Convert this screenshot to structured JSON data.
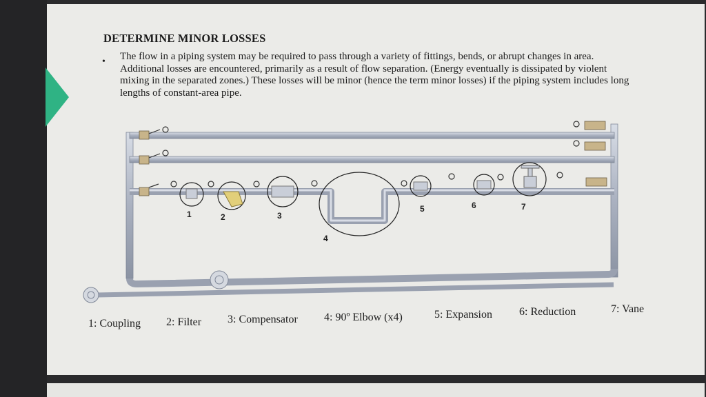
{
  "slide": {
    "title": "DETERMINE MINOR LOSSES",
    "bullet": "The flow in a piping system may be required to pass through a variety of fittings, bends, or abrupt changes in area. Additional losses are encountered, primarily as a result of flow separation. (Energy eventually is dissipated by violent mixing in the separated zones.) These losses will be minor (hence the term minor losses) if the piping system includes long lengths of constant-area pipe."
  },
  "diagram": {
    "markers": [
      "1",
      "2",
      "3",
      "4",
      "5",
      "6",
      "7"
    ]
  },
  "captions": [
    "1: Coupling",
    "2: Filter",
    "3: Compensator",
    "4: 90º Elbow (x4)",
    "5: Expansion",
    "6: Reduction",
    "7: Vane"
  ],
  "colors": {
    "pipe": "#b9bfcc",
    "pipe_edge": "#8a92a3",
    "accent_arrow": "#2fb384",
    "fitting": "#c8b48a"
  }
}
